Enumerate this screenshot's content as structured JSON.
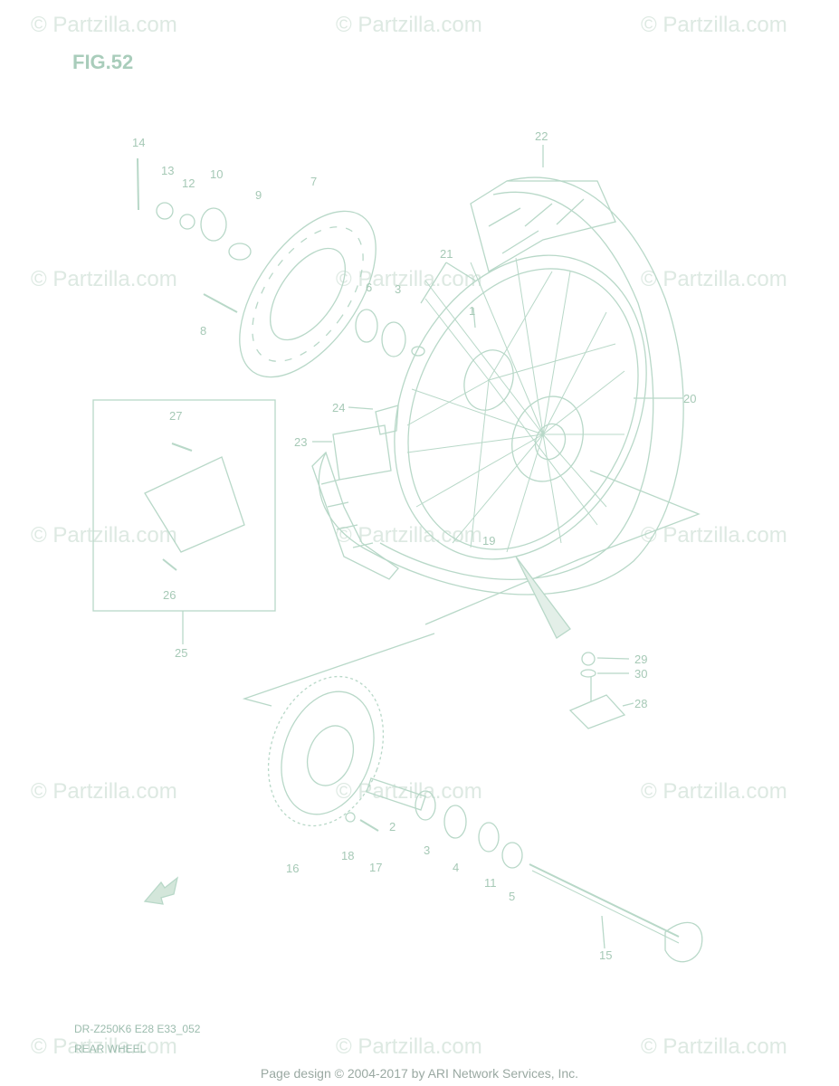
{
  "watermark": "© Partzilla.com",
  "figure_label": "FIG.52",
  "caption": {
    "model_code": "DR-Z250K6 E28 E33_052",
    "title": "REAR WHEEL"
  },
  "footer": "Page design © 2004-2017 by ARI Network Services, Inc.",
  "colors": {
    "line": "#b8d8c8",
    "text": "#a6c9b6",
    "watermark": "#dde9e2"
  },
  "callouts": [
    "1",
    "2",
    "3",
    "3",
    "4",
    "5",
    "6",
    "7",
    "8",
    "9",
    "10",
    "11",
    "12",
    "13",
    "14",
    "15",
    "16",
    "17",
    "18",
    "19",
    "20",
    "21",
    "22",
    "23",
    "24",
    "25",
    "26",
    "27",
    "28",
    "29",
    "30"
  ]
}
